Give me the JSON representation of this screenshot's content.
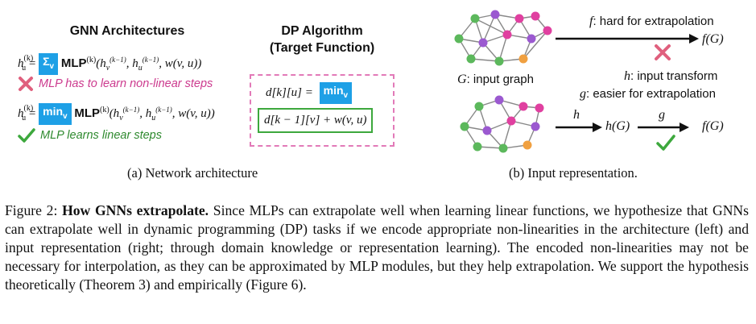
{
  "left": {
    "title": "GNN Architectures",
    "formula1": {
      "lhs": "h",
      "lhs_sup": "(k)",
      "lhs_sub": "u",
      "agg": "Σ",
      "agg_sub": "v",
      "mlp": "MLP",
      "mlp_sup": "(k)",
      "args": "(h_v^(k−1), h_u^(k−1), w(v, u))"
    },
    "note1": "MLP has to learn non-linear steps",
    "formula2": {
      "agg": "min",
      "agg_sub": "v"
    },
    "note2": "MLP learns linear steps",
    "caption": "(a) Network architecture"
  },
  "middle": {
    "title_line1": "DP Algorithm",
    "title_line2": "(Target Function)",
    "dp_lhs": "d[k][u] =",
    "dp_agg": "min",
    "dp_agg_sub": "v",
    "dp_body": "d[k − 1][v] + w(v, u)"
  },
  "right": {
    "f_label": ": hard for extrapolation",
    "f_symbol": "f",
    "fG": "f(G)",
    "g_caption": ": input graph",
    "G": "G",
    "h_label": ": input transform",
    "h_symbol": "h",
    "g_label": ": easier for extrapolation",
    "g_symbol": "g",
    "hG": "h(G)",
    "fG2": "f(G)",
    "caption": "(b) Input representation."
  },
  "figure_caption": {
    "label": "Figure 2:",
    "bold": "How GNNs extrapolate.",
    "text": "Since MLPs can extrapolate well when learning linear functions, we hypothesize that GNNs can extrapolate well in dynamic programming (DP) tasks if we encode appropriate non-linearities in the architecture (left) and input representation (right; through domain knowledge or representation learning). The encoded non-linearities may not be necessary for interpolation, as they can be approximated by MLP modules, but they help extrapolation. We support the hypothesis theoretically (Theorem 3) and empirically (Figure 6)."
  },
  "colors": {
    "chip_blue": "#1ea0e6",
    "pink": "#cc3a8e",
    "green": "#2f8a2f",
    "cross_red": "#e0607e",
    "check_green": "#3da83d"
  }
}
